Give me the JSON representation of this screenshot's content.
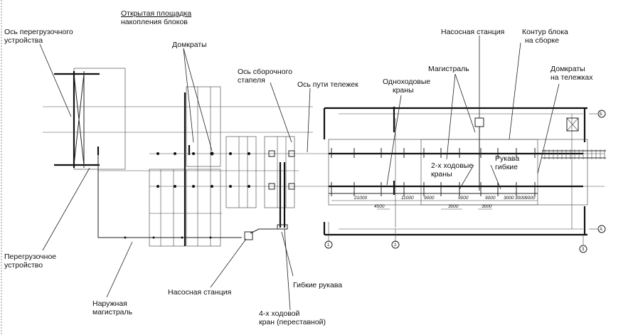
{
  "labels": {
    "transfer_axis": [
      "Ось перегрузочного",
      "устройства"
    ],
    "open_area": [
      "Открытая площадка",
      "накопления блоков"
    ],
    "jacks": "Домкраты",
    "assembly_axis": [
      "Ось сборочного",
      "стапеля"
    ],
    "cart_axis": "Ось пути тележек",
    "single_cranes": [
      "Одноходовые",
      "краны"
    ],
    "pump_top": "Насосная станция",
    "main_line": "Магистраль",
    "block_contour": [
      "Контур блока",
      "на сборке"
    ],
    "cart_jacks": [
      "Домкраты",
      "на тележках"
    ],
    "two_way_cranes": [
      "2-х ходовые",
      "краны"
    ],
    "hoses_right": [
      "Рукава",
      "гибкие"
    ],
    "transfer_device": [
      "Перегрузочное",
      "устройство"
    ],
    "pump_bottom": "Насосная станция",
    "flex_hoses": "Гибкие рукава",
    "outer_main": [
      "Наружная",
      "магистраль"
    ],
    "four_way_crane": [
      "4-х ходовой",
      "кран (переставной)"
    ]
  },
  "dimensions": {
    "d1": "21000",
    "d2": "11000",
    "d3": "9000",
    "d4": "9000",
    "d5": "9000",
    "d6": "3000",
    "d7": "3000",
    "d8": "9000",
    "sub1": "4500",
    "sub2": "3000",
    "sub3": "3000"
  },
  "axis_marks": {
    "a": "1",
    "b": "2",
    "c": "3",
    "d": "А",
    "e": "Б"
  }
}
